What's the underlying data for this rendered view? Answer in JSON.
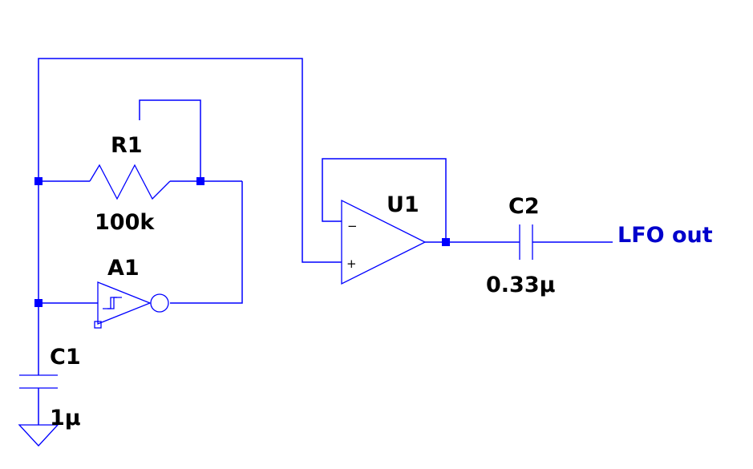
{
  "colors": {
    "wire": "#0000ff",
    "junction": "#0000ff",
    "component_text": "#000000",
    "net_label": "#0000cc",
    "background": "#ffffff"
  },
  "components": {
    "r1": {
      "ref": "R1",
      "value": "100k",
      "symbol": "resistor"
    },
    "a1": {
      "ref": "A1",
      "symbol": "schmitt-trigger-inverter"
    },
    "c1": {
      "ref": "C1",
      "value": "1µ",
      "symbol": "capacitor"
    },
    "u1": {
      "ref": "U1",
      "symbol": "op-amp",
      "pin_minus": "−",
      "pin_plus": "+"
    },
    "c2": {
      "ref": "C2",
      "value": "0.33µ",
      "symbol": "capacitor"
    }
  },
  "nets": {
    "output_label": "LFO out"
  },
  "symbols": {
    "ground": "ground-icon"
  }
}
